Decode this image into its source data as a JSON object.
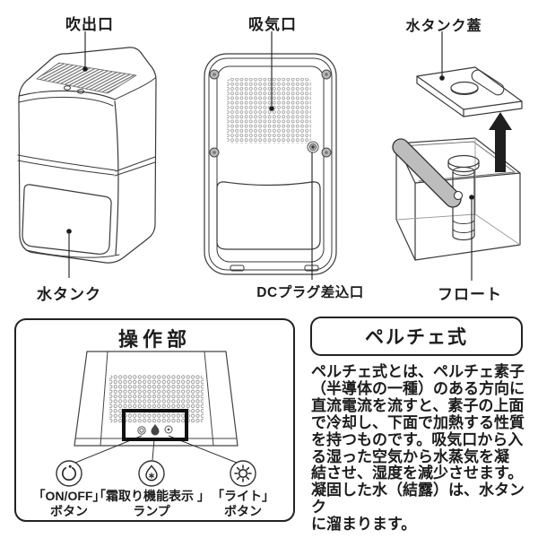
{
  "colors": {
    "ink": "#1c1c1c",
    "line": "#3a3a3a",
    "gray_fill": "#b8b8b8",
    "dot_gray": "#8f8f8f",
    "highlight_black": "#111111"
  },
  "figures": {
    "front_view": {
      "label_top": "吹出口",
      "label_bottom": "水タンク"
    },
    "back_view": {
      "label_top": "吸気口",
      "label_bottom": "DCプラグ差込口"
    },
    "tank_view": {
      "label_top": "水タンク蓋",
      "label_bottom": "フロート"
    }
  },
  "operation_panel": {
    "title": "操作部",
    "buttons": [
      {
        "icon": "power-icon",
        "label": "「ON/OFF」\nボタン"
      },
      {
        "icon": "defrost-lamp-icon",
        "label": "「霜取り機能表示 」\nランプ"
      },
      {
        "icon": "light-icon",
        "label": "「ライト」\nボタン"
      }
    ]
  },
  "peltier": {
    "title": "ペルチェ式",
    "body": "ペルチェ式とは、ペルチェ素子\n（半導体の一種）のある方向に\n直流電流を流すと、素子の上面\nで冷却し、下面で加熱する性質\nを持つものです。吸気口から入\nる湿った空気から水蒸気を凝\n結させ、湿度を減少させます。\n凝固した水（結露）は、水タンク\nに溜まります。"
  }
}
